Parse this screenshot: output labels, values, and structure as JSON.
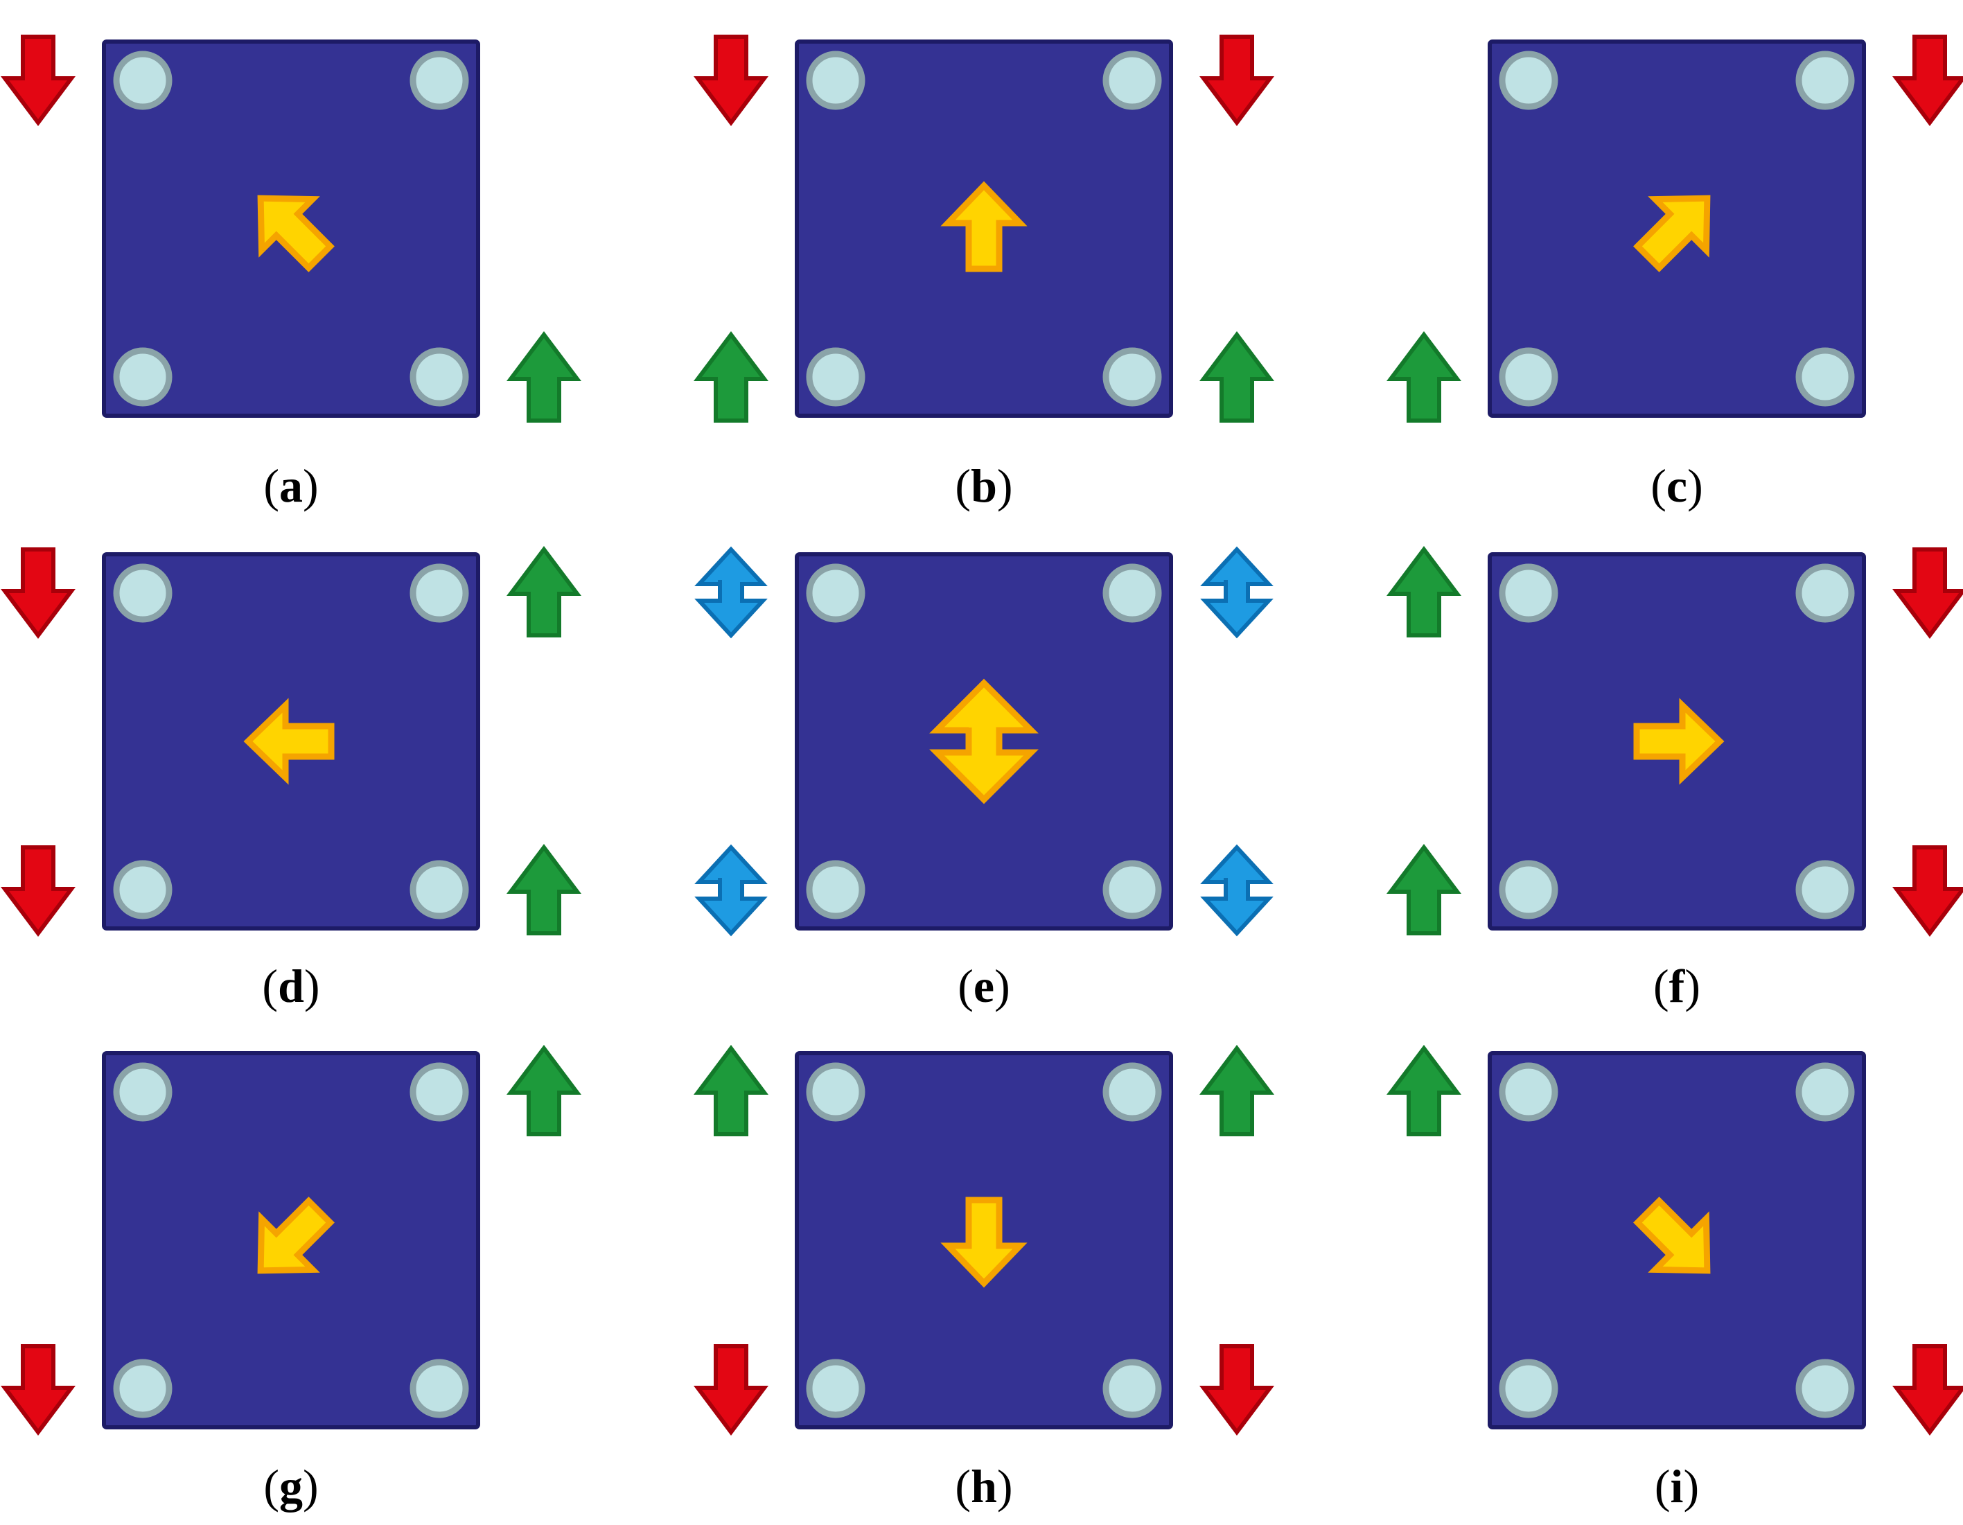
{
  "colors": {
    "plate_fill": "#343293",
    "plate_stroke": "#1d1b66",
    "wheel_fill": "#bfe2e4",
    "wheel_stroke": "#8aa3a8",
    "actuator_up": "#1d9a3b",
    "actuator_up_stroke": "#137a2a",
    "actuator_down": "#e30613",
    "actuator_down_stroke": "#a8000a",
    "actuator_both": "#1e9be2",
    "actuator_both_stroke": "#0b6fb3",
    "motion_fill": "#ffd400",
    "motion_stroke": "#f5a400"
  },
  "panels": [
    {
      "id": "a",
      "label": "a",
      "motion": "up-left",
      "corner_arrows": {
        "tl": "down",
        "tr": null,
        "bl": null,
        "br": "up"
      }
    },
    {
      "id": "b",
      "label": "b",
      "motion": "up",
      "corner_arrows": {
        "tl": "down",
        "tr": "down",
        "bl": "up",
        "br": "up"
      }
    },
    {
      "id": "c",
      "label": "c",
      "motion": "up-right",
      "corner_arrows": {
        "tl": null,
        "tr": "down",
        "bl": "up",
        "br": null
      }
    },
    {
      "id": "d",
      "label": "d",
      "motion": "left",
      "corner_arrows": {
        "tl": "down",
        "tr": "up",
        "bl": "down",
        "br": "up"
      }
    },
    {
      "id": "e",
      "label": "e",
      "motion": "vertical",
      "corner_arrows": {
        "tl": "both",
        "tr": "both",
        "bl": "both",
        "br": "both"
      }
    },
    {
      "id": "f",
      "label": "f",
      "motion": "right",
      "corner_arrows": {
        "tl": "up",
        "tr": "down",
        "bl": "up",
        "br": "down"
      }
    },
    {
      "id": "g",
      "label": "g",
      "motion": "down-left",
      "corner_arrows": {
        "tl": null,
        "tr": "up",
        "bl": "down",
        "br": null
      }
    },
    {
      "id": "h",
      "label": "h",
      "motion": "down",
      "corner_arrows": {
        "tl": "up",
        "tr": "up",
        "bl": "down",
        "br": "down"
      }
    },
    {
      "id": "i",
      "label": "i",
      "motion": "down-right",
      "corner_arrows": {
        "tl": "up",
        "tr": null,
        "bl": null,
        "br": "down"
      }
    }
  ]
}
